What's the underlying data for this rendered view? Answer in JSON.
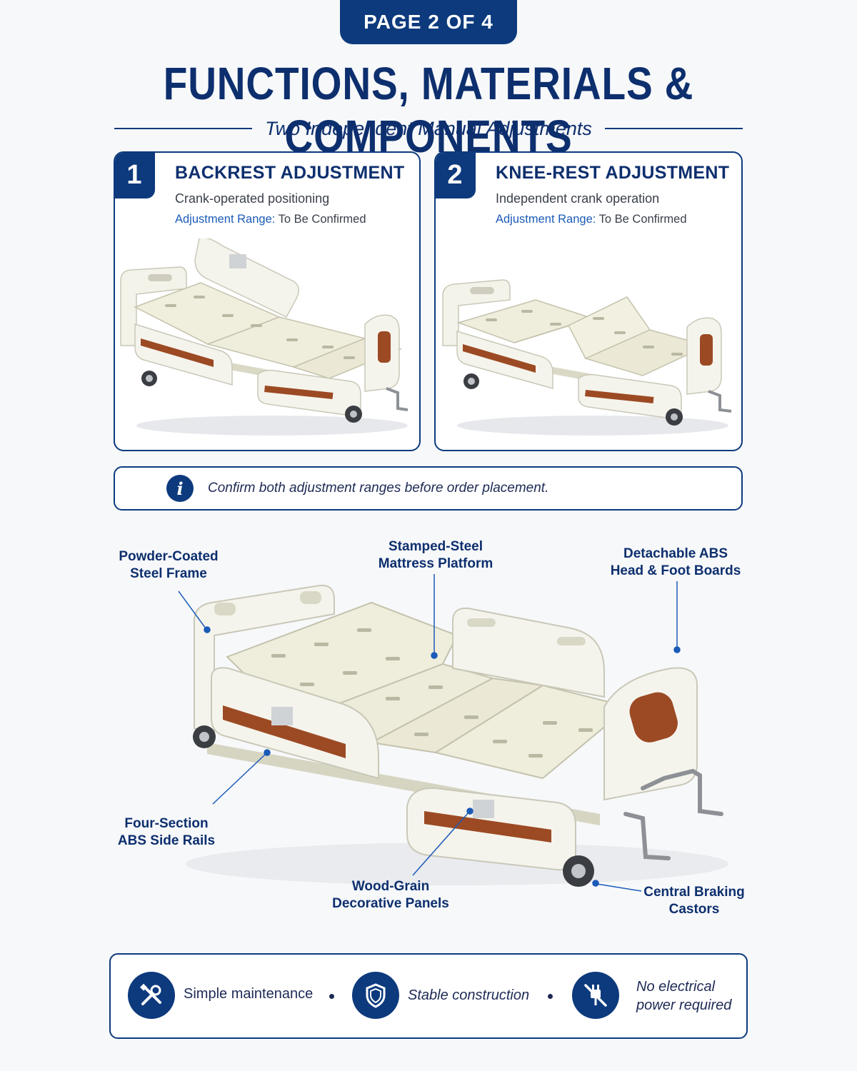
{
  "page_badge": "PAGE 2 OF 4",
  "title": "FUNCTIONS, MATERIALS & COMPONENTS",
  "subtitle": "Two Independent Manual Adjustments",
  "adjustments": [
    {
      "number": "1",
      "title": "BACKREST ADJUSTMENT",
      "description": "Crank-operated positioning",
      "range_label": "Adjustment Range:",
      "range_value": "To Be Confirmed"
    },
    {
      "number": "2",
      "title": "KNEE-REST ADJUSTMENT",
      "description": "Independent crank operation",
      "range_label": "Adjustment Range:",
      "range_value": "To Be Confirmed"
    }
  ],
  "note": {
    "icon": "info-icon",
    "text": "Confirm both adjustment ranges before order placement."
  },
  "components": {
    "frame": [
      "Powder-Coated",
      "Steel Frame"
    ],
    "platform": [
      "Stamped-Steel",
      "Mattress Platform"
    ],
    "boards": [
      "Detachable ABS",
      "Head & Foot Boards"
    ],
    "rails": [
      "Four-Section",
      "ABS Side Rails"
    ],
    "panels": [
      "Wood-Grain",
      "Decorative Panels"
    ],
    "castors": [
      "Central Braking",
      "Castors"
    ]
  },
  "features": [
    {
      "icon": "tools-icon",
      "text": [
        "Simple maintenance"
      ]
    },
    {
      "icon": "shield-icon",
      "text": [
        "Stable construction"
      ]
    },
    {
      "icon": "no-plug-icon",
      "text": [
        "No electrical",
        "power required"
      ]
    }
  ],
  "colors": {
    "navy": "#0d3a7d",
    "title": "#0d2f6e",
    "accent_blue": "#1b5bb8",
    "bed_cream": "#efeddc",
    "wood": "#9c4a24"
  }
}
